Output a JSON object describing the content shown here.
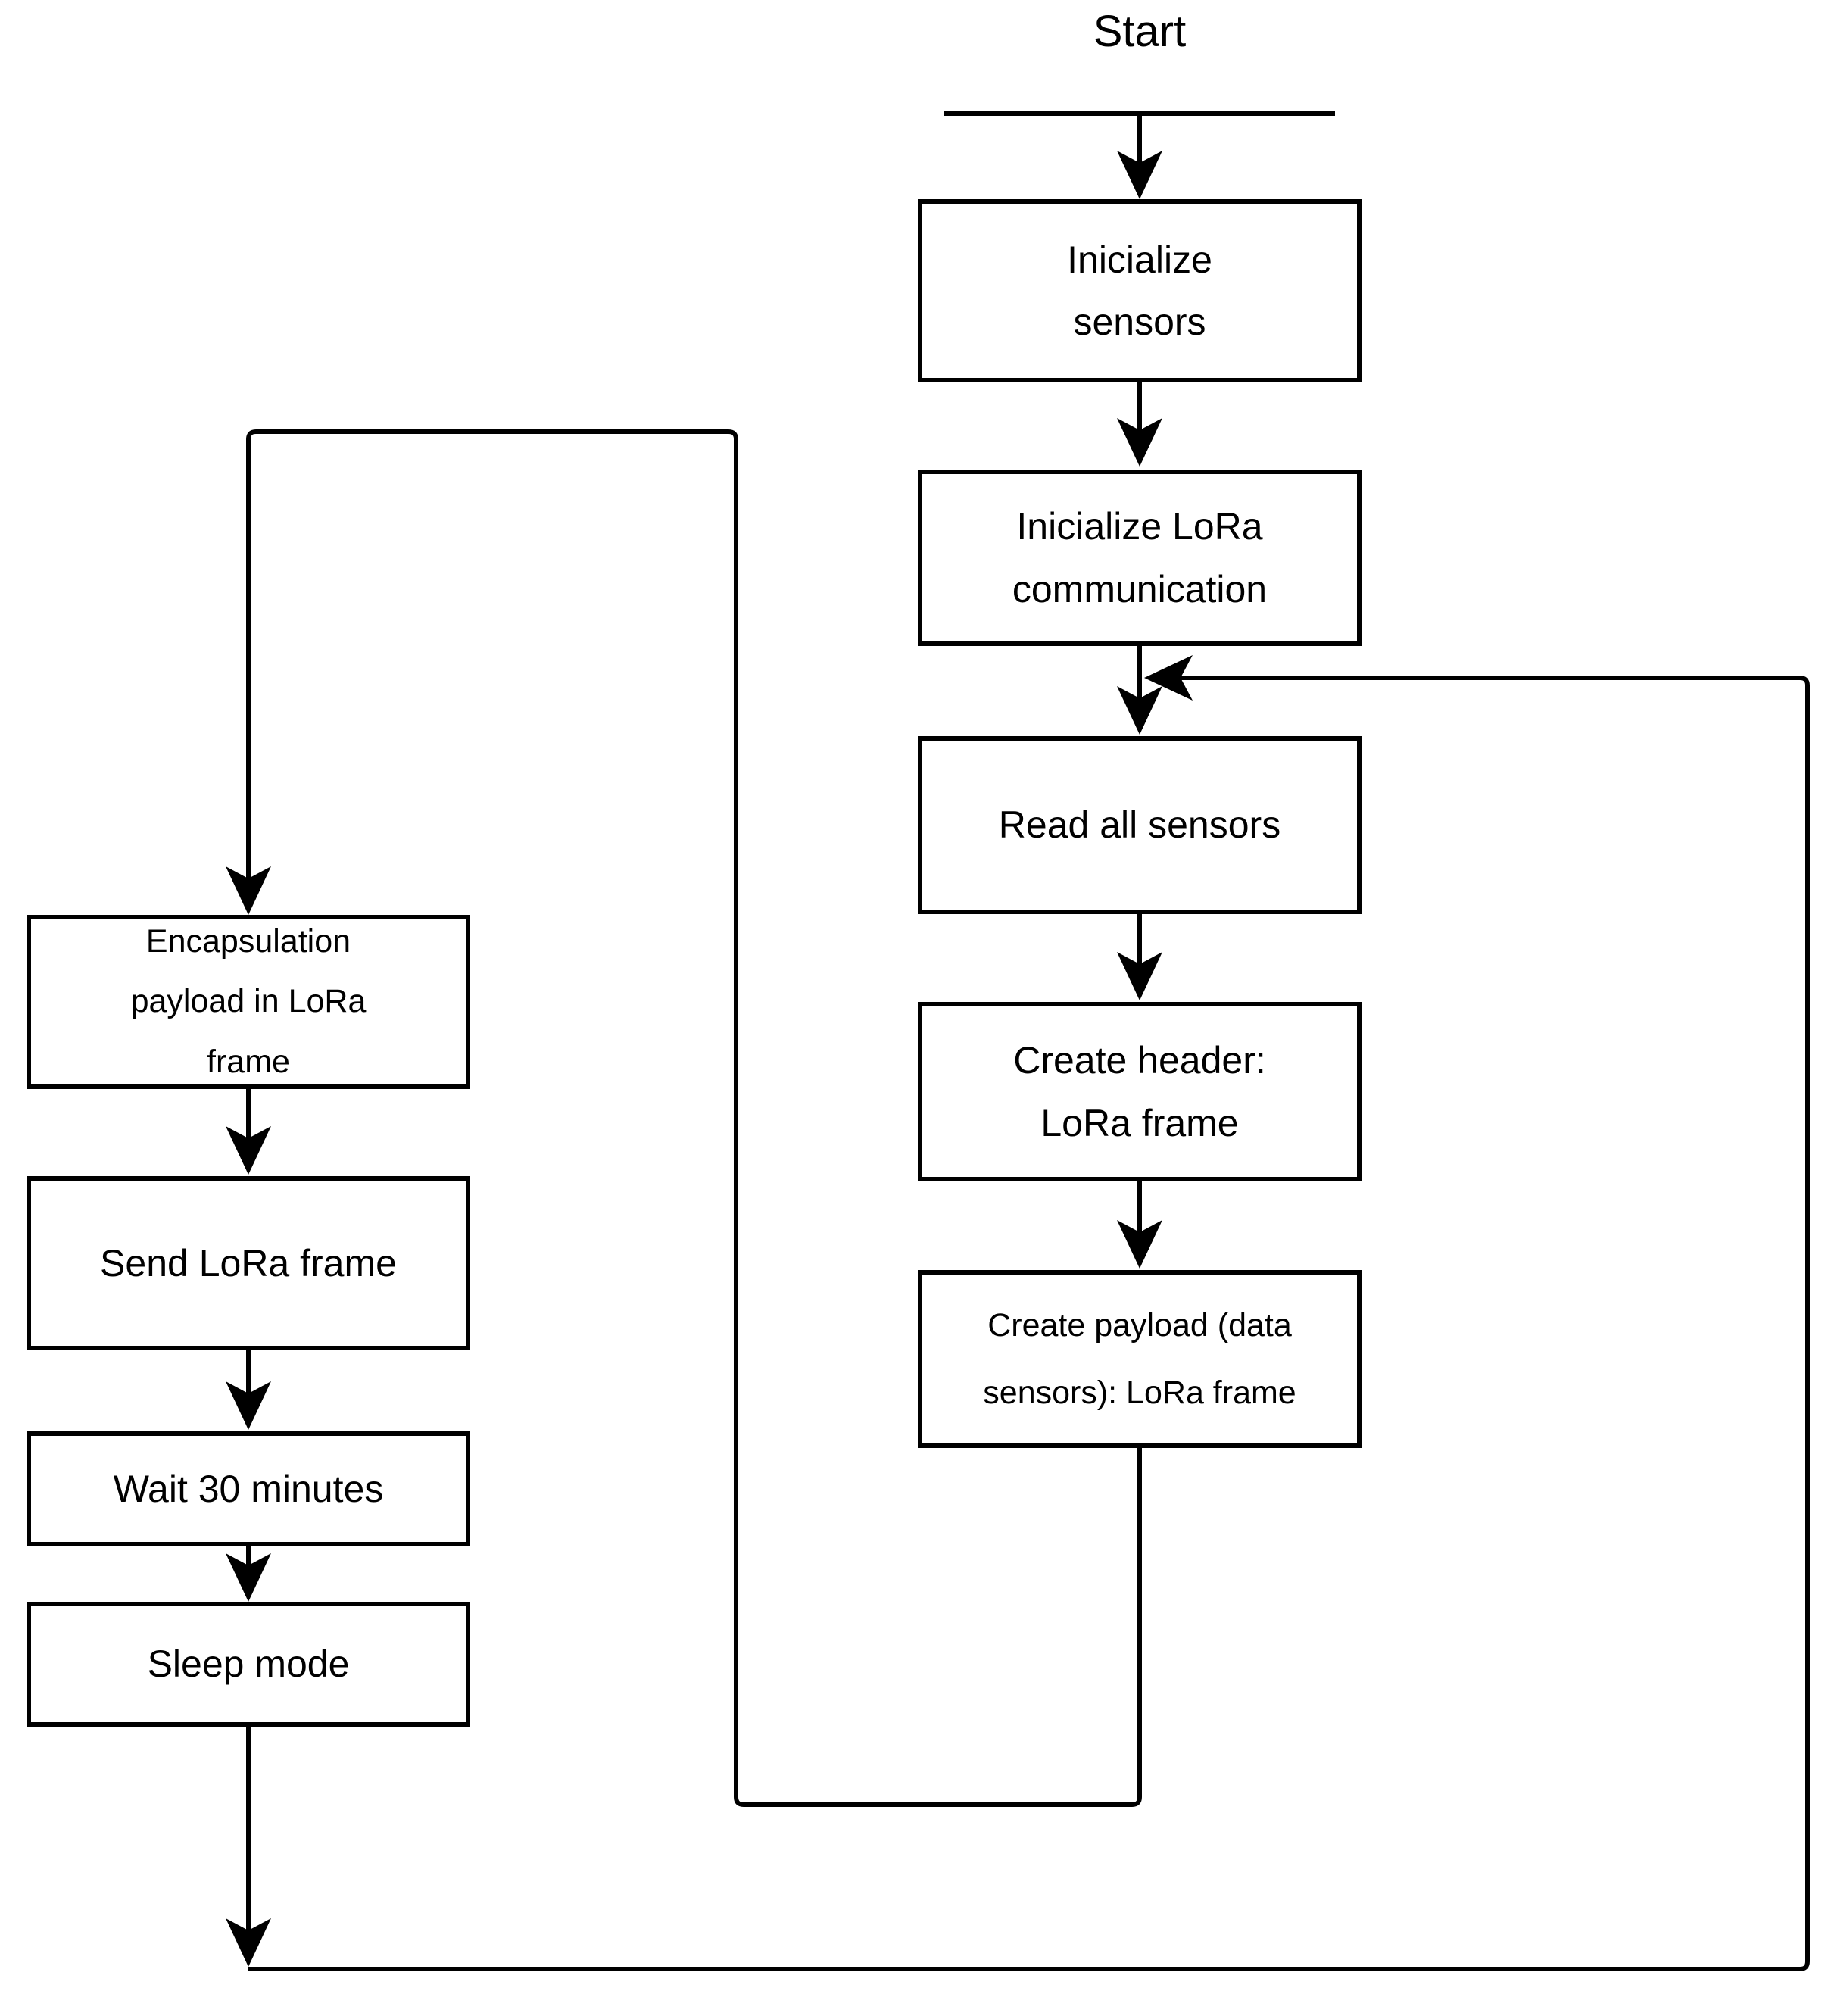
{
  "flowchart": {
    "start_label": "Start",
    "boxes": {
      "inicialize_sensors": "Inicialize\nsensors",
      "inicialize_lora": "Inicialize LoRa\ncommunication",
      "read_sensors": "Read all sensors",
      "create_header": "Create header:\nLoRa frame",
      "create_payload": "Create payload (data\nsensors): LoRa frame",
      "encapsulation": "Encapsulation\npayload in LoRa\nframe",
      "send_frame": "Send LoRa frame",
      "wait": "Wait 30 minutes",
      "sleep": "Sleep mode"
    },
    "edges": [
      {
        "from": "start",
        "to": "inicialize_sensors"
      },
      {
        "from": "inicialize_sensors",
        "to": "inicialize_lora"
      },
      {
        "from": "inicialize_lora",
        "to": "read_sensors"
      },
      {
        "from": "read_sensors",
        "to": "create_header"
      },
      {
        "from": "create_header",
        "to": "create_payload"
      },
      {
        "from": "create_payload",
        "to": "encapsulation"
      },
      {
        "from": "encapsulation",
        "to": "send_frame"
      },
      {
        "from": "send_frame",
        "to": "wait"
      },
      {
        "from": "wait",
        "to": "sleep"
      },
      {
        "from": "sleep",
        "to": "read_sensors",
        "type": "feedback-loop"
      }
    ],
    "colors": {
      "stroke": "#000000",
      "box_fill": "#ffffff",
      "background": "#ffffff"
    }
  }
}
